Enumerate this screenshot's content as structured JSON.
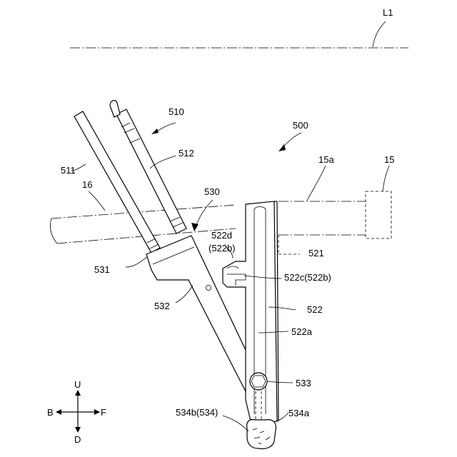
{
  "labels": {
    "l1": "L1",
    "p510": "510",
    "p500": "500",
    "p512": "512",
    "p511": "511",
    "p16": "16",
    "p530": "530",
    "p15a": "15a",
    "p15": "15",
    "p522d": "522d",
    "p522b_paren": "(522b)",
    "p521": "521",
    "p531": "531",
    "p522c": "522c(522b)",
    "p532": "532",
    "p522": "522",
    "p522a": "522a",
    "p533": "533",
    "p534b": "534b(534)",
    "p534a": "534a"
  },
  "compass": {
    "up": "U",
    "down": "D",
    "back": "B",
    "front": "F"
  }
}
